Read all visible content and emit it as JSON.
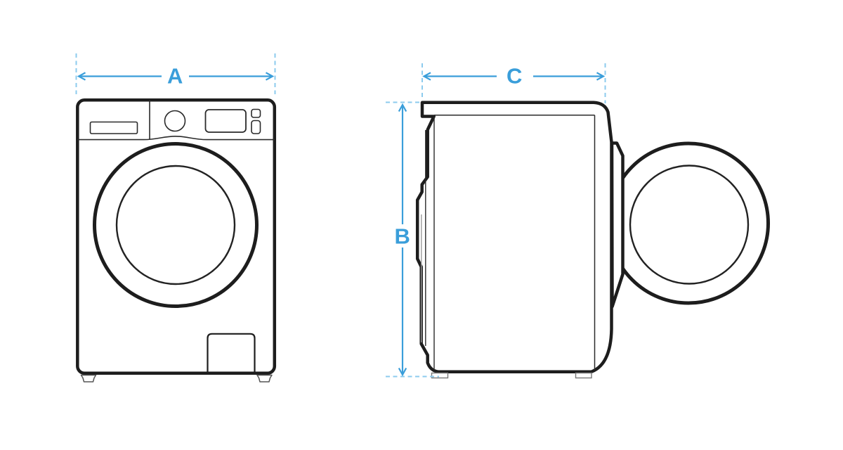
{
  "dimension_labels": {
    "width": "A",
    "height": "B",
    "depth": "C"
  },
  "colors": {
    "accent_blue": "#3A9EDA",
    "guide_dash_blue": "#8CCBEE",
    "outline_black": "#1D1D1D"
  }
}
